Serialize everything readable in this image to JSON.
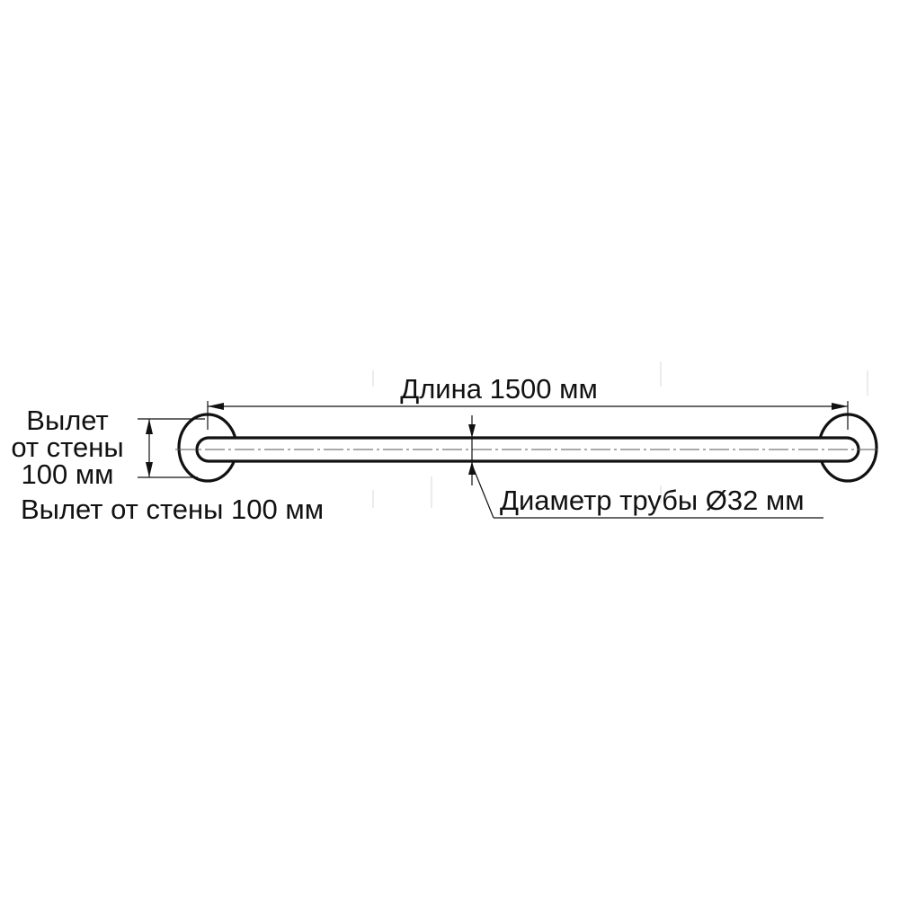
{
  "diagram": {
    "length_label": "Длина 1500 мм",
    "offset_label_lines": [
      "Вылет",
      "от стены",
      "100 мм"
    ],
    "offset_label_full": "Вылет от стены 100 мм",
    "diameter_label": "Диаметр трубы Ø32 мм",
    "line_color": "#111111"
  }
}
